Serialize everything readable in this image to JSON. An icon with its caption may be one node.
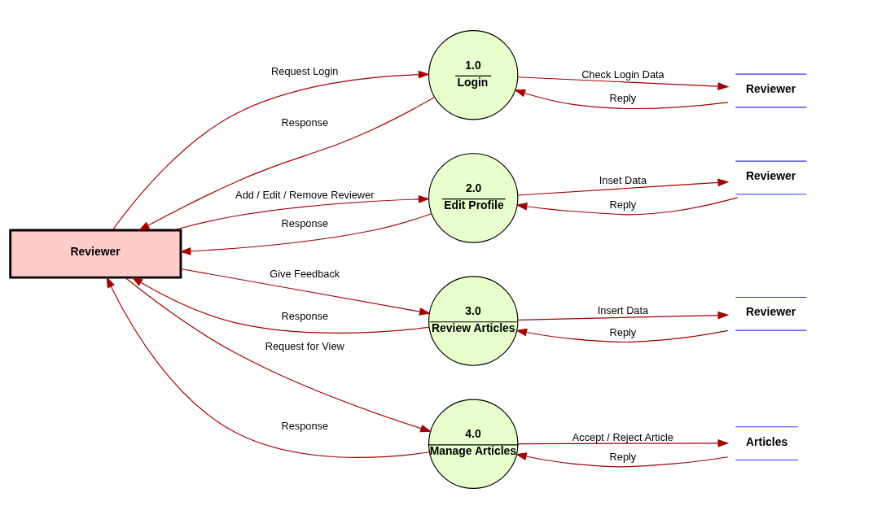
{
  "diagram": {
    "nodes": [
      {
        "text": [
          "Reviewer"
        ]
      },
      {
        "text": [
          "1.0",
          "Login"
        ]
      },
      {
        "text": [
          "2.0",
          "Edit Profile"
        ]
      },
      {
        "text": [
          "3.0",
          "Review Articles"
        ]
      },
      {
        "text": [
          "4.0",
          "Manage Articles"
        ]
      },
      {
        "text": [
          "Reviewer"
        ]
      },
      {
        "text": [
          "Reviewer"
        ]
      },
      {
        "text": [
          "Reviewer"
        ]
      },
      {
        "text": [
          "Articles"
        ]
      }
    ],
    "edges": [
      {
        "from": 0,
        "to": 1,
        "arrow": "to",
        "label": "Request Login"
      },
      {
        "from": 1,
        "to": 0,
        "arrow": "to",
        "label": "Response"
      },
      {
        "from": 0,
        "to": 2,
        "arrow": "to",
        "label": "Add / Edit / Remove Reviewer"
      },
      {
        "from": 2,
        "to": 0,
        "arrow": "to",
        "label": "Response"
      },
      {
        "from": 0,
        "to": 3,
        "arrow": "to",
        "label": "Give Feedback"
      },
      {
        "from": 3,
        "to": 0,
        "arrow": "to",
        "label": "Response"
      },
      {
        "from": 0,
        "to": 4,
        "arrow": "to",
        "label": "Request for View"
      },
      {
        "from": 4,
        "to": 0,
        "arrow": "to",
        "label": "Response"
      },
      {
        "from": 1,
        "to": 5,
        "arrow": "to",
        "label": "Check Login Data"
      },
      {
        "from": 5,
        "to": 1,
        "arrow": "to",
        "label": "Reply"
      },
      {
        "from": 2,
        "to": 6,
        "arrow": "to",
        "label": "Inset Data"
      },
      {
        "from": 6,
        "to": 2,
        "arrow": "to",
        "label": "Reply"
      },
      {
        "from": 3,
        "to": 7,
        "arrow": "to",
        "label": "Insert Data"
      },
      {
        "from": 7,
        "to": 3,
        "arrow": "to",
        "label": "Reply"
      },
      {
        "from": 4,
        "to": 8,
        "arrow": "to",
        "label": "Accept / Reject Article"
      },
      {
        "from": 8,
        "to": 4,
        "arrow": "to",
        "label": "Reply"
      }
    ]
  }
}
